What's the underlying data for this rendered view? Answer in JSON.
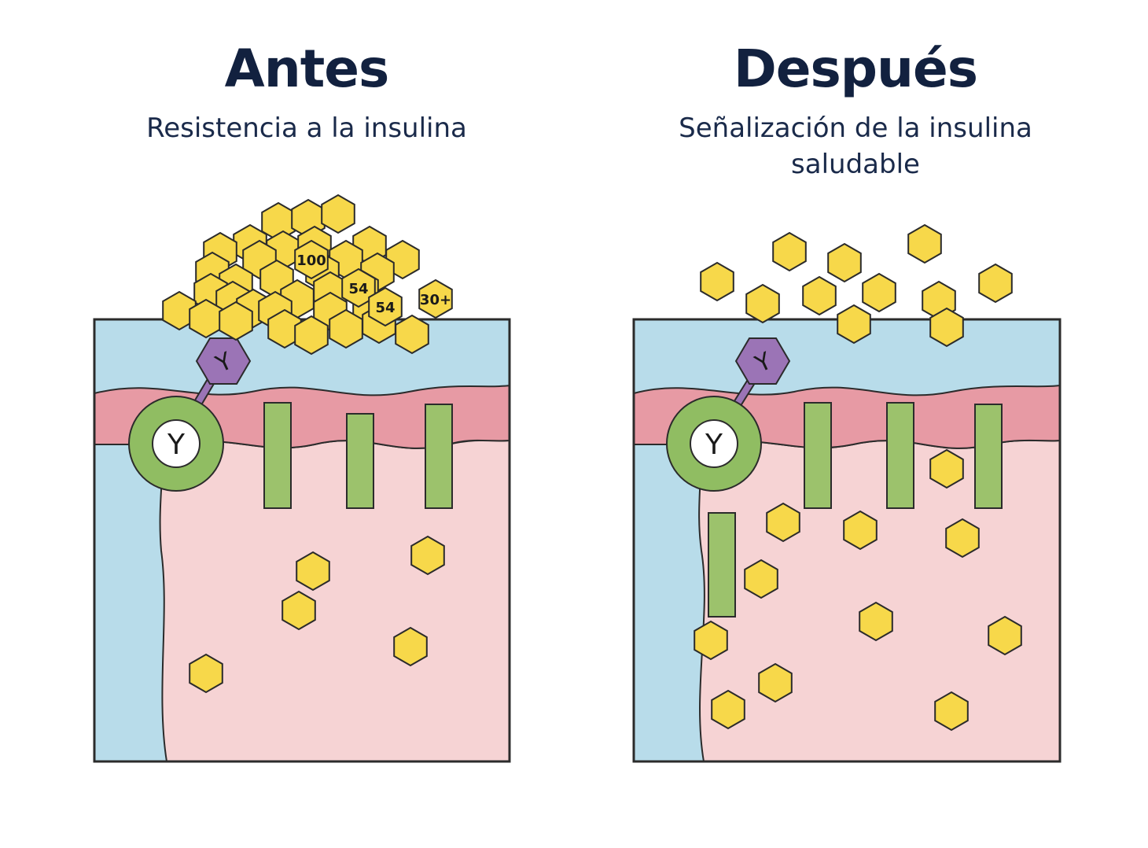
{
  "left_panel": {
    "title": "Antes",
    "subtitle": "Resistencia a la insulina",
    "hex_labels": [
      "100",
      "54",
      "54",
      "30+"
    ],
    "receptor_symbol": "Y",
    "ligand_symbol": "Y"
  },
  "right_panel": {
    "title": "Después",
    "subtitle": "Señalización de la insulina saludable",
    "receptor_symbol": "Y",
    "ligand_symbol": "Y"
  },
  "colors": {
    "extracellular": "#b8dcea",
    "membrane": "#e79aa4",
    "cytoplasm": "#f6d3d4",
    "channel": "#9cc26c",
    "receptor_ring": "#90bd62",
    "ligand": "#9b74b6",
    "glucose": "#f7d84a",
    "outline": "#2b2b2b",
    "text": "#12213f"
  }
}
